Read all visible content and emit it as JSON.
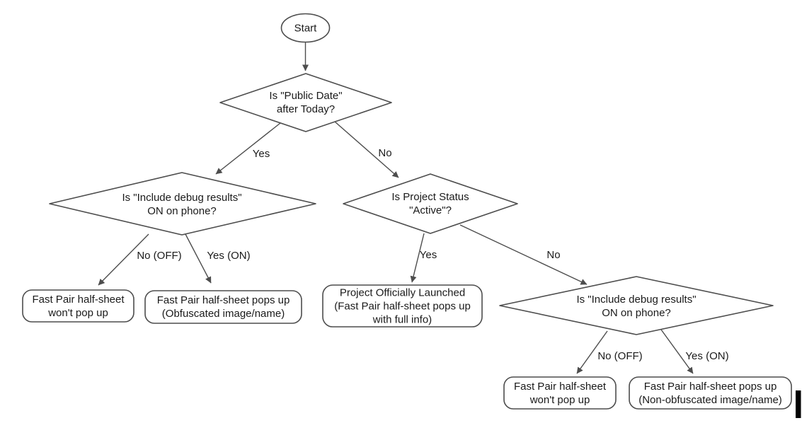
{
  "diagram": {
    "type": "flowchart",
    "colors": {
      "stroke": "#4d4d4d",
      "text": "#1a1a1a",
      "background": "#ffffff"
    },
    "nodes": [
      {
        "id": "start",
        "shape": "ellipse",
        "lines": [
          "Start"
        ]
      },
      {
        "id": "decision-public-date",
        "shape": "diamond",
        "lines": [
          "Is \"Public Date\"",
          "after Today?"
        ]
      },
      {
        "id": "decision-debug-left",
        "shape": "diamond",
        "lines": [
          "Is \"Include debug results\"",
          "ON on phone?"
        ]
      },
      {
        "id": "decision-project-status",
        "shape": "diamond",
        "lines": [
          "Is Project Status",
          "\"Active\"?"
        ]
      },
      {
        "id": "decision-debug-right",
        "shape": "diamond",
        "lines": [
          "Is \"Include debug results\"",
          "ON on phone?"
        ]
      },
      {
        "id": "outcome-no-popup-left",
        "shape": "rounded-rect",
        "lines": [
          "Fast Pair half-sheet",
          "won't pop up"
        ]
      },
      {
        "id": "outcome-obfuscated",
        "shape": "rounded-rect",
        "lines": [
          "Fast Pair half-sheet pops up",
          "(Obfuscated image/name)"
        ]
      },
      {
        "id": "outcome-launched",
        "shape": "rounded-rect",
        "lines": [
          "Project Officially Launched",
          "(Fast Pair half-sheet pops up",
          "with full info)"
        ]
      },
      {
        "id": "outcome-no-popup-right",
        "shape": "rounded-rect",
        "lines": [
          "Fast Pair half-sheet",
          "won't pop up"
        ]
      },
      {
        "id": "outcome-non-obfuscated",
        "shape": "rounded-rect",
        "lines": [
          "Fast Pair half-sheet pops up",
          "(Non-obfuscated image/name)"
        ]
      }
    ],
    "edges": [
      {
        "from": "start",
        "to": "decision-public-date",
        "label": ""
      },
      {
        "from": "decision-public-date",
        "to": "decision-debug-left",
        "label": "Yes"
      },
      {
        "from": "decision-public-date",
        "to": "decision-project-status",
        "label": "No"
      },
      {
        "from": "decision-debug-left",
        "to": "outcome-no-popup-left",
        "label": "No (OFF)"
      },
      {
        "from": "decision-debug-left",
        "to": "outcome-obfuscated",
        "label": "Yes (ON)"
      },
      {
        "from": "decision-project-status",
        "to": "outcome-launched",
        "label": "Yes"
      },
      {
        "from": "decision-project-status",
        "to": "decision-debug-right",
        "label": "No"
      },
      {
        "from": "decision-debug-right",
        "to": "outcome-no-popup-right",
        "label": "No (OFF)"
      },
      {
        "from": "decision-debug-right",
        "to": "outcome-non-obfuscated",
        "label": "Yes (ON)"
      }
    ]
  }
}
